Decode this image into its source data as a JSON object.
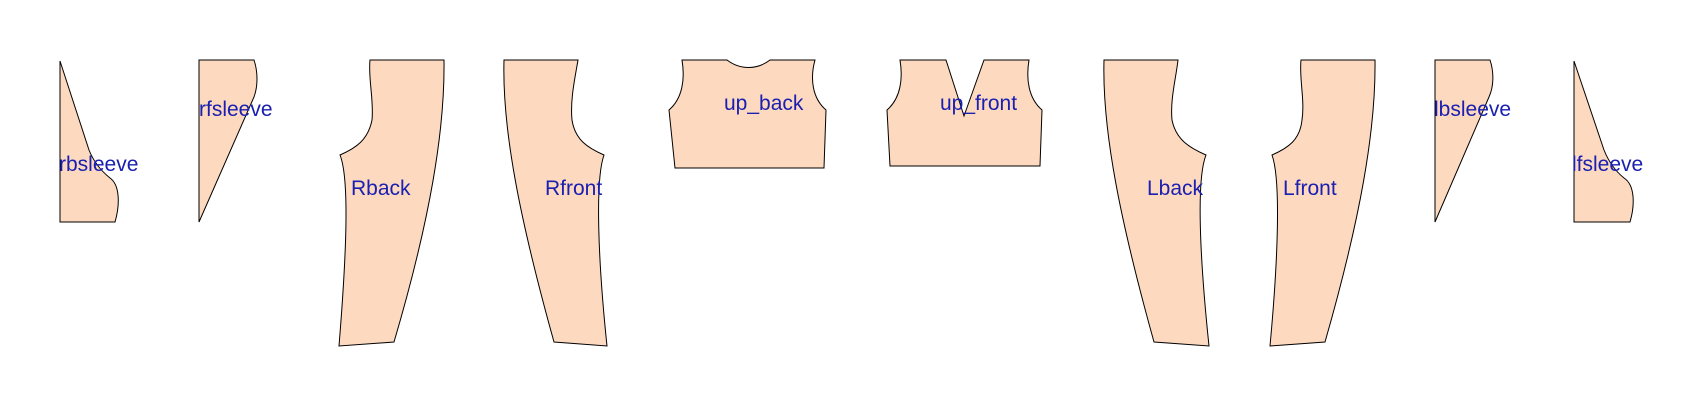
{
  "colors": {
    "background": "#ffffff",
    "piece_fill": "#fdd9c0",
    "piece_stroke": "#000000",
    "label_color": "#1a20b0"
  },
  "pieces": [
    {
      "label": "rbsleeve"
    },
    {
      "label": "rfsleeve"
    },
    {
      "label": "Rback"
    },
    {
      "label": "Rfront"
    },
    {
      "label": "up_back"
    },
    {
      "label": "up_front"
    },
    {
      "label": "Lback"
    },
    {
      "label": "Lfront"
    },
    {
      "label": "lbsleeve"
    },
    {
      "label": "lfsleeve"
    }
  ]
}
